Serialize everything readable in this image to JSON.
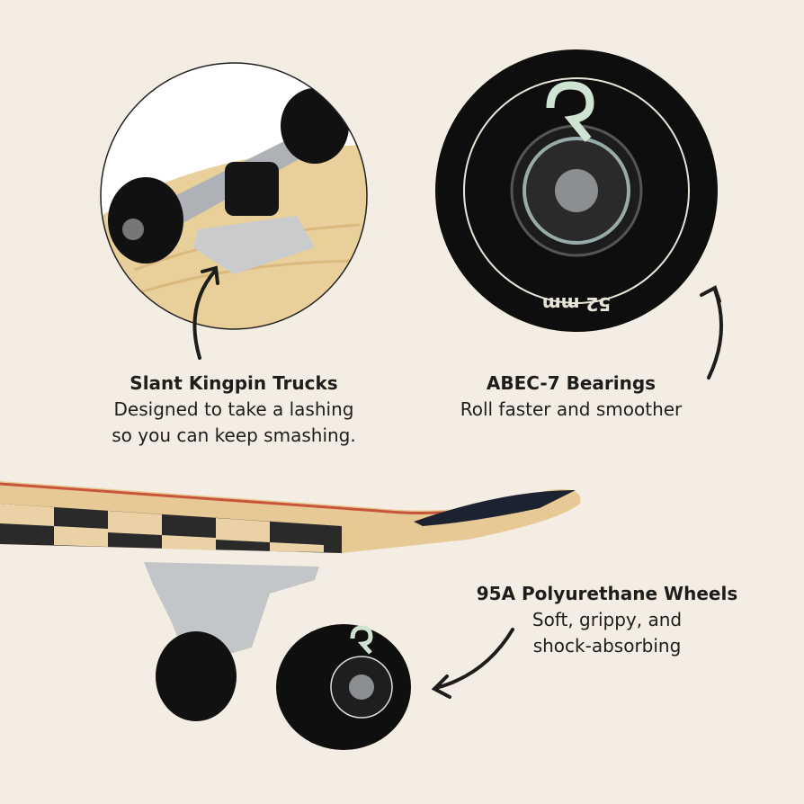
{
  "features": [
    {
      "title": "Slant Kingpin Trucks",
      "lines": [
        "Designed to take a lashing",
        "so you can keep smashing."
      ]
    },
    {
      "title": "ABEC-7 Bearings",
      "lines": [
        "Roll faster and smoother"
      ]
    },
    {
      "title": "95A Polyurethane Wheels",
      "lines": [
        "Soft, grippy, and",
        "shock-absorbing"
      ]
    }
  ],
  "wheel_label": "52 mm",
  "colors": {
    "background": "#f4ede3",
    "ink": "#1d1d1b",
    "logo": "#cfe3d2"
  }
}
